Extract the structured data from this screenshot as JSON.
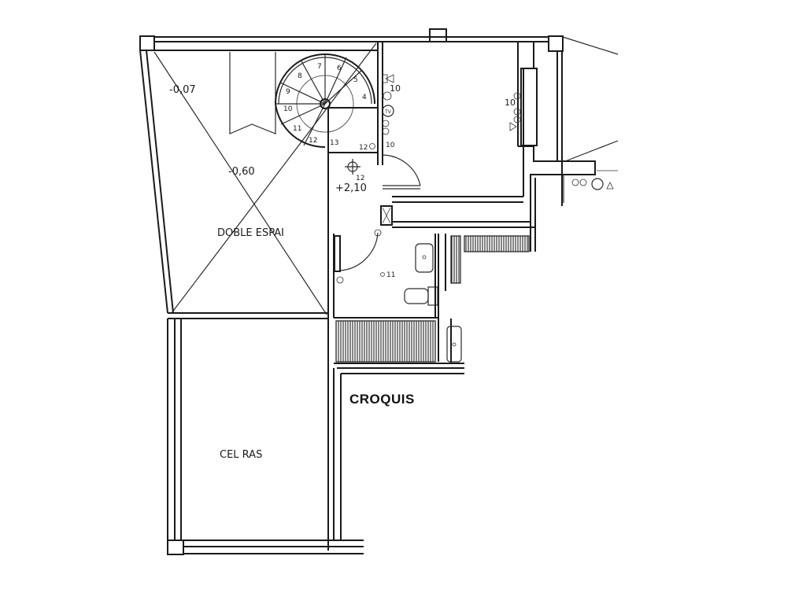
{
  "plan": {
    "title": "CROQUIS",
    "rooms": [
      {
        "id": "double-height",
        "label": "DOBLE ESPAI"
      },
      {
        "id": "flat-ceiling",
        "label": "CEL RAS"
      }
    ],
    "levels": [
      {
        "id": "level-1",
        "value": "-0,07"
      },
      {
        "id": "level-2",
        "value": "-0,60"
      },
      {
        "id": "level-3",
        "value": "+2,10"
      }
    ],
    "stair_steps": [
      "4",
      "5",
      "6",
      "7",
      "8",
      "9",
      "10",
      "11",
      "12",
      "13"
    ],
    "electrical_labels": {
      "hall_fixture": "12",
      "hall_switch": "12",
      "hall_right_switch": "10",
      "hall_right_top": "10",
      "bedroom_wall": "10",
      "bathroom_point": "11",
      "tv": "TV"
    },
    "colors": {
      "line": "#1a1a1a",
      "background": "#ffffff"
    }
  }
}
